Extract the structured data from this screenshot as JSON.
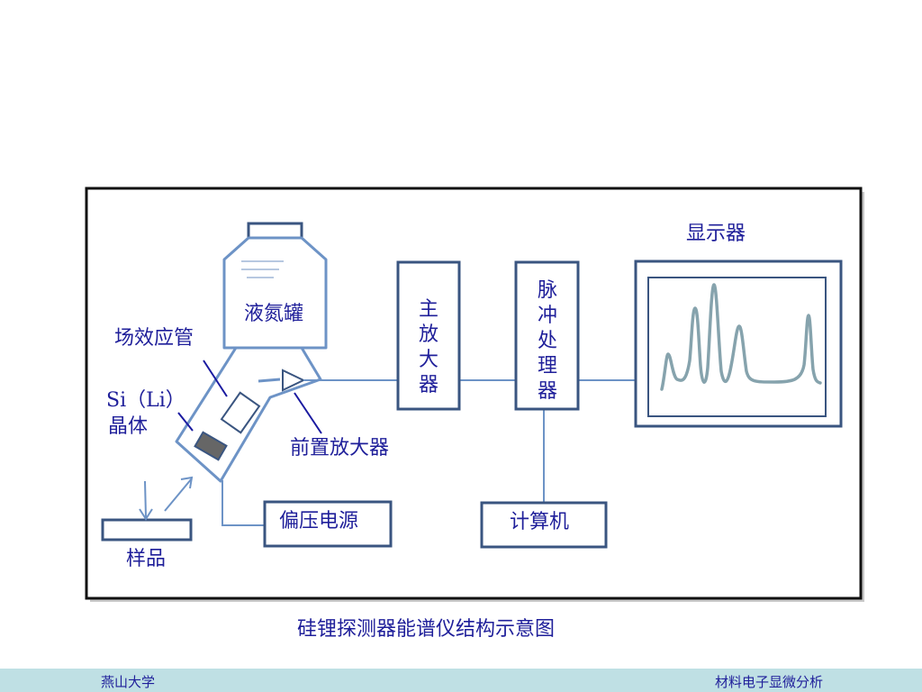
{
  "diagram": {
    "caption": "硅锂探测器能谱仪结构示意图",
    "labels": {
      "display": "显示器",
      "ln2_tank": "液氮罐",
      "fet": "场效应管",
      "crystal_line1": "Si（Li）",
      "crystal_line2": "晶体",
      "preamp": "前置放大器",
      "main_amp": "主放大器",
      "pulse_processor": "脉冲处理器",
      "bias_supply": "偏压电源",
      "computer": "计算机",
      "sample": "样品"
    }
  },
  "footer": {
    "left": "燕山大学",
    "right": "材料电子显微分析"
  },
  "colors": {
    "frame": "#111111",
    "box_border": "#3a5580",
    "line": "#6d93c6",
    "spectrum": "#86a3ad",
    "crystal_fill": "#666666",
    "text": "#1f1f9a",
    "footer_bg": "#bfe0e4"
  }
}
